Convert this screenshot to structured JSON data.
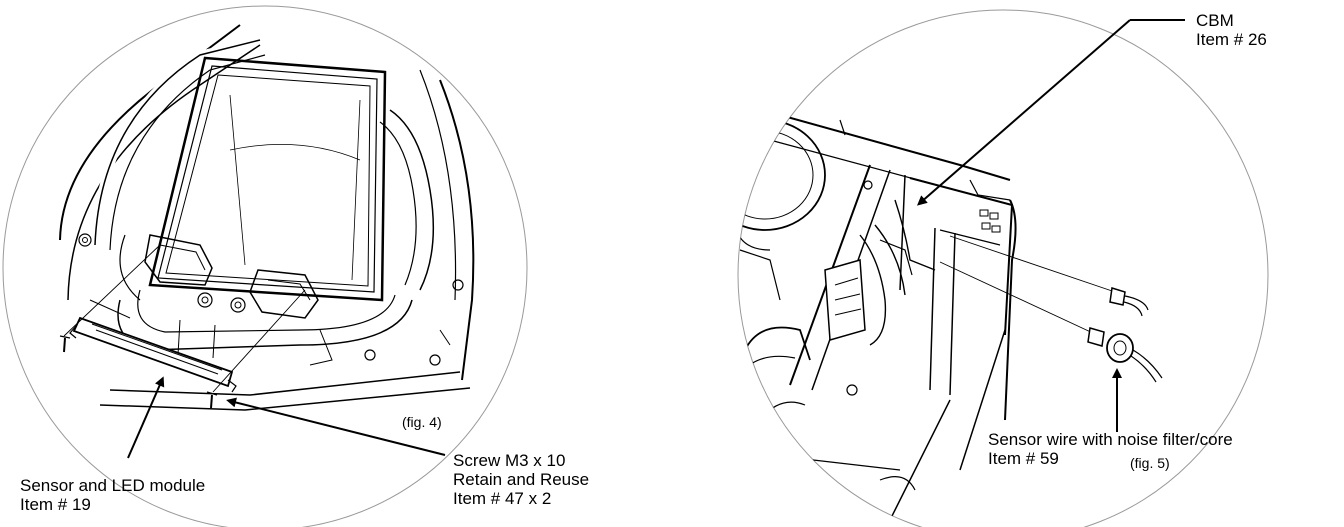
{
  "figure_4": {
    "caption": "(fig. 4)",
    "sensor_module": {
      "line1": "Sensor and LED module",
      "line2": "Item # 19"
    },
    "screw": {
      "line1": "Screw M3 x 10",
      "line2": "Retain and Reuse",
      "line3": "Item # 47 x 2"
    }
  },
  "figure_5": {
    "caption": "(fig. 5)",
    "cbm": {
      "line1": "CBM",
      "line2": "Item # 26"
    },
    "sensor_wire": {
      "line1": "Sensor wire with noise filter/core",
      "line2": "Item # 59"
    }
  },
  "colors": {
    "ink": "#000000",
    "background": "#ffffff",
    "shade": "#d9d9d9"
  }
}
